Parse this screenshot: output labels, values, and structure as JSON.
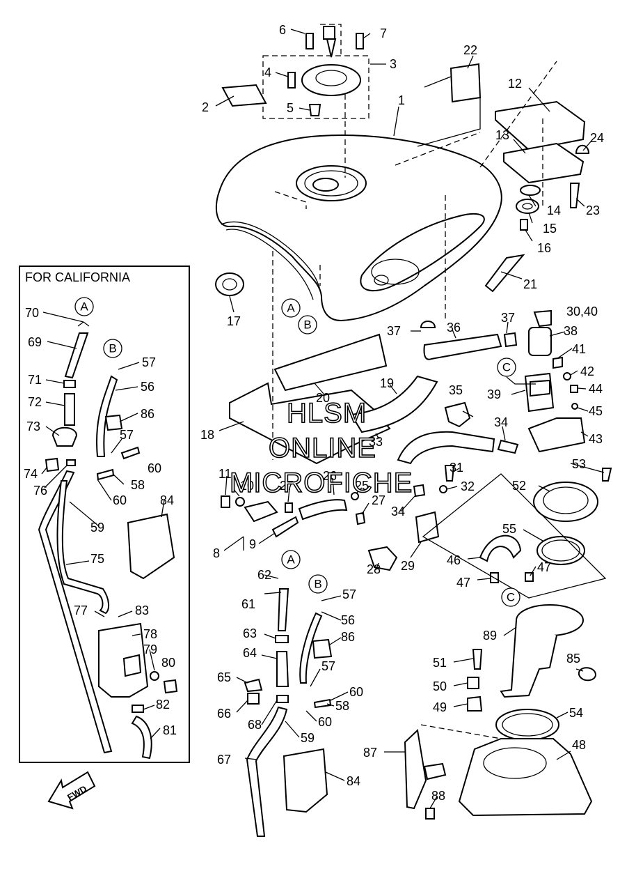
{
  "inset": {
    "title": "FOR CALIFORNIA"
  },
  "watermark": {
    "line1": "HLSM",
    "line2": "ONLINE",
    "line3": "MICROFICHE"
  },
  "fwd_label": "FWD",
  "ref_markers": {
    "a": "A",
    "b": "B",
    "c": "C"
  },
  "callouts": {
    "c1": "1",
    "c2": "2",
    "c3": "3",
    "c4": "4",
    "c5": "5",
    "c6": "6",
    "c7": "7",
    "c8": "8",
    "c9": "9",
    "c10": "10",
    "c11": "11",
    "c12": "12",
    "c13": "13",
    "c14": "14",
    "c15": "15",
    "c16": "16",
    "c17": "17",
    "c18": "18",
    "c19": "19",
    "c20": "20",
    "c21": "21",
    "c22": "22",
    "c23": "23",
    "c24": "24",
    "c25": "25",
    "c26": "26",
    "c27a": "27",
    "c27b": "27",
    "c28": "28",
    "c29": "29",
    "c30_40": "30,40",
    "c31": "31",
    "c32": "32",
    "c33": "33",
    "c34a": "34",
    "c34b": "34",
    "c35": "35",
    "c36": "36",
    "c37a": "37",
    "c37b": "37",
    "c38": "38",
    "c39": "39",
    "c41": "41",
    "c42": "42",
    "c43": "43",
    "c44": "44",
    "c45": "45",
    "c46": "46",
    "c47a": "47",
    "c47b": "47",
    "c48": "48",
    "c49": "49",
    "c50": "50",
    "c51": "51",
    "c52": "52",
    "c53": "53",
    "c54": "54",
    "c55": "55",
    "c56": "56",
    "c57": "57",
    "c58": "58",
    "c59": "59",
    "c60a": "60",
    "c60b": "60",
    "c61": "61",
    "c62": "62",
    "c63": "63",
    "c64": "64",
    "c65": "65",
    "c66": "66",
    "c67": "67",
    "c68": "68",
    "c81": "81",
    "c84": "84",
    "c85": "85",
    "c87": "87",
    "c88": "88",
    "c89": "89",
    "i56": "56",
    "i57a": "57",
    "i57b": "57",
    "i58": "58",
    "i59": "59",
    "i60a": "60",
    "i60b": "60",
    "i69": "69",
    "i70": "70",
    "i71": "71",
    "i72": "72",
    "i73": "73",
    "i74": "74",
    "i75": "75",
    "i76": "76",
    "i77": "77",
    "i78": "78",
    "i79": "79",
    "i80": "80",
    "i82": "82",
    "i83": "83",
    "i84": "84",
    "i86": "86",
    "c86": "86"
  },
  "colors": {
    "line": "#000000",
    "background": "#ffffff"
  }
}
